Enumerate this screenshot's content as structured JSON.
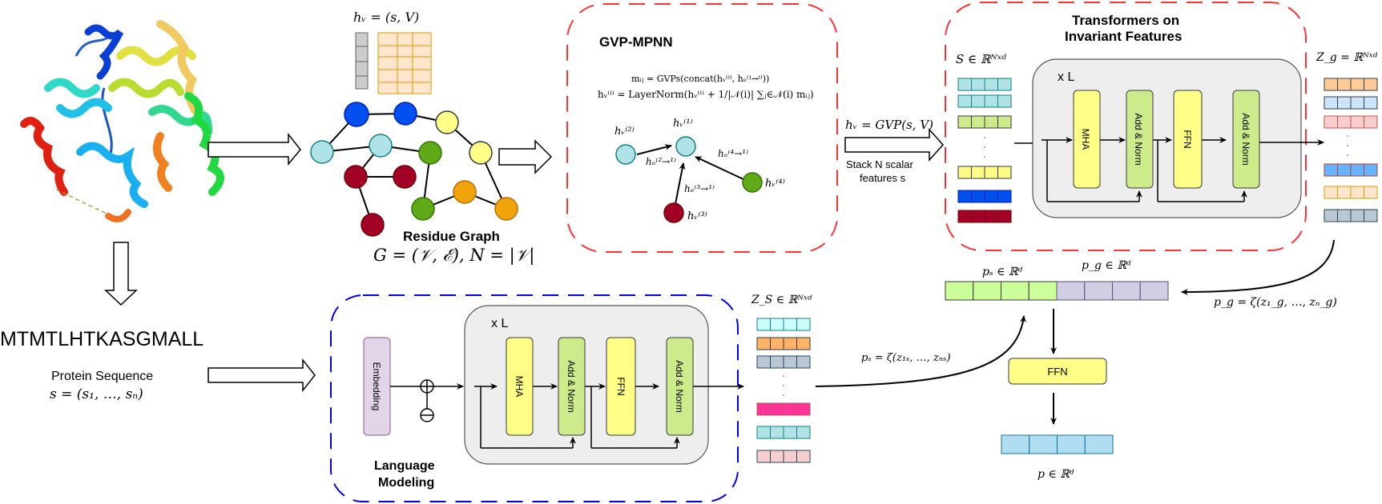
{
  "protein": {
    "sequence": "MTMTLHTKASGMALL",
    "sequence_label": "Protein Sequence",
    "sequence_formula": "s = (s₁, …, sₙ)"
  },
  "residue_graph": {
    "feature_label": "hᵥ = (s, V)",
    "title": "Residue Graph",
    "formula": "G = (𝒱, ℰ), N = |𝒱|",
    "node_colors": {
      "blue": "#0050ef",
      "cyan": "#b0e3e6",
      "yellow": "#ffff88",
      "green": "#60a917",
      "red": "#a20025",
      "orange": "#f0a30a"
    }
  },
  "gvp_mpnn": {
    "title": "GVP-MPNN",
    "eq1": "mᵢⱼ = GVPs(concat(hᵥ⁽ⁱ⁾, hₑ⁽ʲ→ⁱ⁾))",
    "eq2": "hᵥ⁽ⁱ⁾ = LayerNorm(hᵥ⁽ⁱ⁾ + 1/|𝒩(i)| ∑ⱼ∈𝒩(i) mᵢⱼ)",
    "nodes": {
      "n1": "hᵥ⁽¹⁾",
      "n2": "hᵥ⁽²⁾",
      "n3": "hᵥ⁽³⁾",
      "n4": "hᵥ⁽⁴⁾"
    },
    "edges": {
      "e21": "hₑ⁽²→¹⁾",
      "e31": "hₑ⁽³→¹⁾",
      "e41": "hₑ⁽⁴→¹⁾"
    },
    "border_color": "#ff3333"
  },
  "gvp_to_transformer": {
    "formula": "hᵥ = GVP(s, V)",
    "caption_line1": "Stack N scalar",
    "caption_line2": "features s"
  },
  "transformer_invariant": {
    "title_line1": "Transformers on",
    "title_line2": "Invariant Features",
    "input_label": "S ∈ ℝᴺˣᵈ",
    "repeat_label": "x L",
    "blocks": [
      "MHA",
      "Add & Norm",
      "FFN",
      "Add & Norm"
    ],
    "output_label": "Z_g = ℝᴺˣᵈ",
    "ellipsis": "·"
  },
  "language_modeling": {
    "title_line1": "Language",
    "title_line2": "Modeling",
    "embedding_label": "Embedding",
    "repeat_label": "x L",
    "blocks": [
      "MHA",
      "Add & Norm",
      "FFN",
      "Add & Norm"
    ],
    "output_label": "Z_S ∈ ℝᴺˣᵈ",
    "border_color": "#0000ee"
  },
  "fusion": {
    "ps_label": "pₛ ∈ ℝᵈ",
    "pg_label": "p_g ∈ ℝᵈ",
    "ps_formula": "pₛ = ζ(z₁ₛ, …, zₙₛ)",
    "pg_formula": "p_g = ζ(z₁_g, …, zₙ_g)",
    "ffn_label": "FFN",
    "output_label": "p ∈ ℝᵈ"
  }
}
